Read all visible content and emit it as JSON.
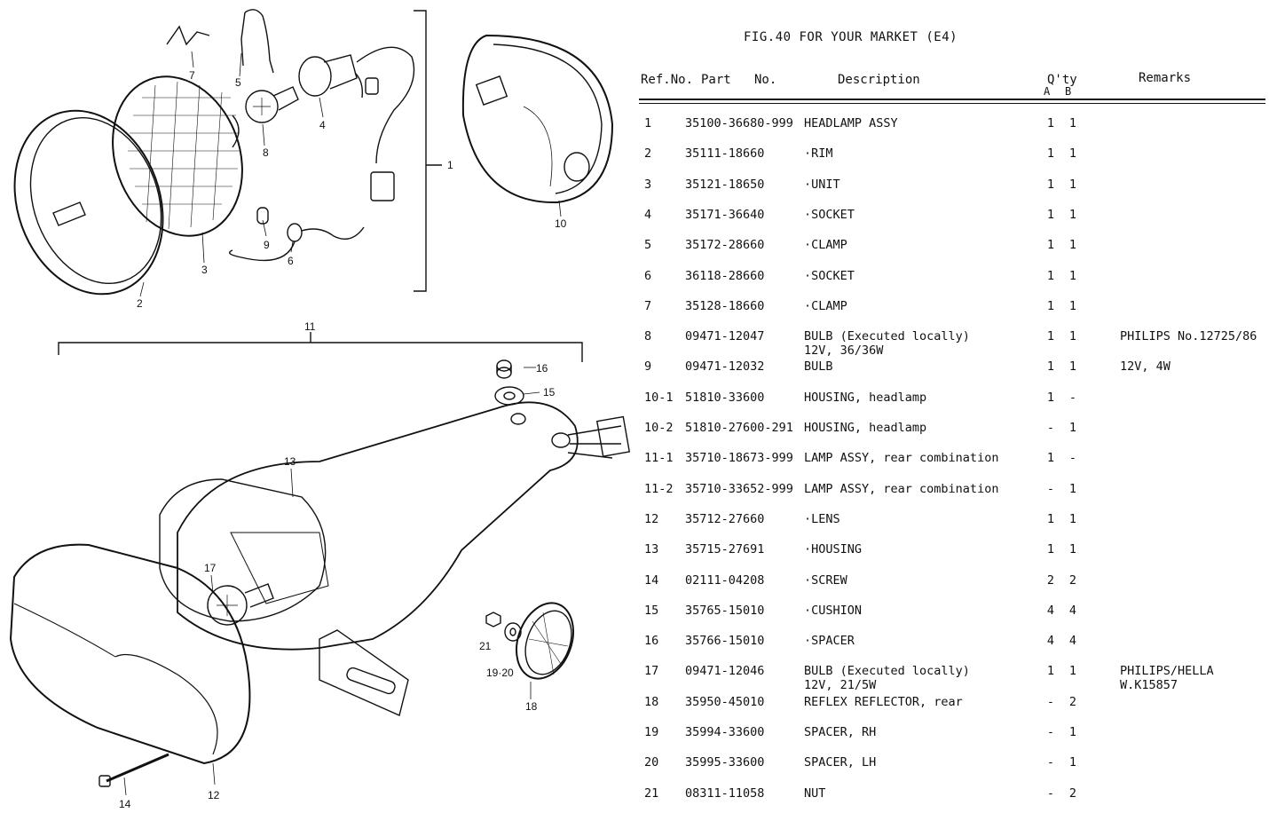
{
  "header": {
    "fig_title": "FIG.40  FOR YOUR MARKET (E4)",
    "col_ref": "Ref.No.",
    "col_part": "Part",
    "col_part_no": "No.",
    "col_desc": "Description",
    "col_qty": "Q'ty",
    "col_qty_a": "A",
    "col_qty_b": "B",
    "col_remarks": "Remarks"
  },
  "parts": [
    {
      "ref": "1",
      "part": "35100-36680-999",
      "desc": "HEADLAMP ASSY",
      "desc2": "",
      "qa": "1",
      "qb": "1",
      "rem": "",
      "rem2": ""
    },
    {
      "ref": "2",
      "part": "35111-18660",
      "desc": "·RIM",
      "desc2": "",
      "qa": "1",
      "qb": "1",
      "rem": "",
      "rem2": ""
    },
    {
      "ref": "3",
      "part": "35121-18650",
      "desc": "·UNIT",
      "desc2": "",
      "qa": "1",
      "qb": "1",
      "rem": "",
      "rem2": ""
    },
    {
      "ref": "4",
      "part": "35171-36640",
      "desc": "·SOCKET",
      "desc2": "",
      "qa": "1",
      "qb": "1",
      "rem": "",
      "rem2": ""
    },
    {
      "ref": "5",
      "part": "35172-28660",
      "desc": "·CLAMP",
      "desc2": "",
      "qa": "1",
      "qb": "1",
      "rem": "",
      "rem2": ""
    },
    {
      "ref": "6",
      "part": "36118-28660",
      "desc": "·SOCKET",
      "desc2": "",
      "qa": "1",
      "qb": "1",
      "rem": "",
      "rem2": ""
    },
    {
      "ref": "7",
      "part": "35128-18660",
      "desc": "·CLAMP",
      "desc2": "",
      "qa": "1",
      "qb": "1",
      "rem": "",
      "rem2": ""
    },
    {
      "ref": "8",
      "part": "09471-12047",
      "desc": "BULB (Executed locally)",
      "desc2": "12V, 36/36W",
      "qa": "1",
      "qb": "1",
      "rem": "PHILIPS No.12725/86",
      "rem2": ""
    },
    {
      "ref": "9",
      "part": "09471-12032",
      "desc": "BULB",
      "desc2": "",
      "qa": "1",
      "qb": "1",
      "rem": "12V, 4W",
      "rem2": ""
    },
    {
      "ref": "10-1",
      "part": "51810-33600",
      "desc": "HOUSING, headlamp",
      "desc2": "",
      "qa": "1",
      "qb": "-",
      "rem": "",
      "rem2": ""
    },
    {
      "ref": "10-2",
      "part": "51810-27600-291",
      "desc": "HOUSING, headlamp",
      "desc2": "",
      "qa": "-",
      "qb": "1",
      "rem": "",
      "rem2": ""
    },
    {
      "ref": "11-1",
      "part": "35710-18673-999",
      "desc": "LAMP ASSY, rear combination",
      "desc2": "",
      "qa": "1",
      "qb": "-",
      "rem": "",
      "rem2": ""
    },
    {
      "ref": "11-2",
      "part": "35710-33652-999",
      "desc": "LAMP ASSY, rear combination",
      "desc2": "",
      "qa": "-",
      "qb": "1",
      "rem": "",
      "rem2": ""
    },
    {
      "ref": "12",
      "part": "35712-27660",
      "desc": "·LENS",
      "desc2": "",
      "qa": "1",
      "qb": "1",
      "rem": "",
      "rem2": ""
    },
    {
      "ref": "13",
      "part": "35715-27691",
      "desc": "·HOUSING",
      "desc2": "",
      "qa": "1",
      "qb": "1",
      "rem": "",
      "rem2": ""
    },
    {
      "ref": "14",
      "part": "02111-04208",
      "desc": "·SCREW",
      "desc2": "",
      "qa": "2",
      "qb": "2",
      "rem": "",
      "rem2": ""
    },
    {
      "ref": "15",
      "part": "35765-15010",
      "desc": "·CUSHION",
      "desc2": "",
      "qa": "4",
      "qb": "4",
      "rem": "",
      "rem2": ""
    },
    {
      "ref": "16",
      "part": "35766-15010",
      "desc": "·SPACER",
      "desc2": "",
      "qa": "4",
      "qb": "4",
      "rem": "",
      "rem2": ""
    },
    {
      "ref": "17",
      "part": "09471-12046",
      "desc": "BULB (Executed locally)",
      "desc2": "12V, 21/5W",
      "qa": "1",
      "qb": "1",
      "rem": "PHILIPS/HELLA",
      "rem2": "W.K15857"
    },
    {
      "ref": "18",
      "part": "35950-45010",
      "desc": "REFLEX REFLECTOR, rear",
      "desc2": "",
      "qa": "-",
      "qb": "2",
      "rem": "",
      "rem2": ""
    },
    {
      "ref": "19",
      "part": "35994-33600",
      "desc": "SPACER, RH",
      "desc2": "",
      "qa": "-",
      "qb": "1",
      "rem": "",
      "rem2": ""
    },
    {
      "ref": "20",
      "part": "35995-33600",
      "desc": "SPACER, LH",
      "desc2": "",
      "qa": "-",
      "qb": "1",
      "rem": "",
      "rem2": ""
    },
    {
      "ref": "21",
      "part": "08311-11058",
      "desc": "NUT",
      "desc2": "",
      "qa": "-",
      "qb": "2",
      "rem": "",
      "rem2": ""
    }
  ],
  "callouts": {
    "n1": "1",
    "n2": "2",
    "n3": "3",
    "n4": "4",
    "n5": "5",
    "n6": "6",
    "n7": "7",
    "n8": "8",
    "n9": "9",
    "n10": "10",
    "n11": "11",
    "n12": "12",
    "n13": "13",
    "n14": "14",
    "n15": "15",
    "n16": "16",
    "n17": "17",
    "n18": "18",
    "n1920": "19·20",
    "n21": "21"
  }
}
